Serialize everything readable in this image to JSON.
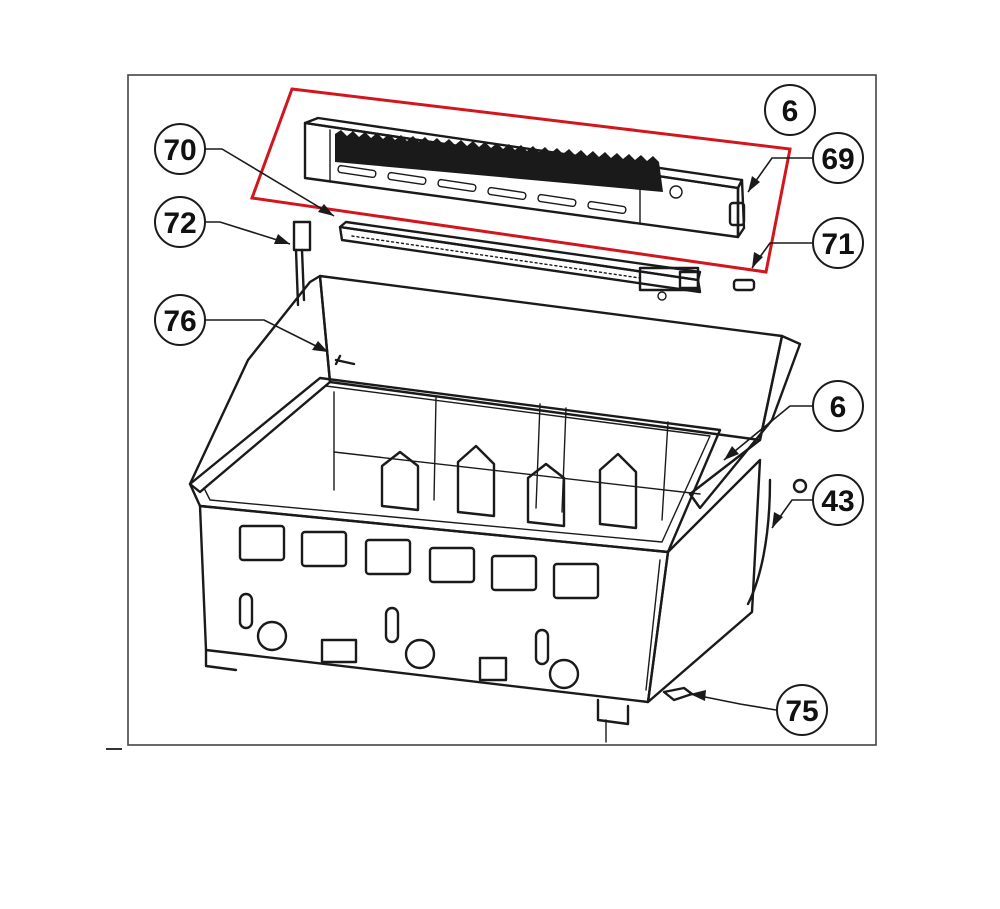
{
  "diagram": {
    "highlight_color": "#d2161e",
    "line_color": "#1a1a1a",
    "callouts": [
      {
        "id": "callout-6-top",
        "label": "6"
      },
      {
        "id": "callout-69",
        "label": "69"
      },
      {
        "id": "callout-70",
        "label": "70"
      },
      {
        "id": "callout-71",
        "label": "71"
      },
      {
        "id": "callout-72",
        "label": "72"
      },
      {
        "id": "callout-76",
        "label": "76"
      },
      {
        "id": "callout-6-side",
        "label": "6"
      },
      {
        "id": "callout-43",
        "label": "43"
      },
      {
        "id": "callout-75",
        "label": "75"
      }
    ]
  }
}
